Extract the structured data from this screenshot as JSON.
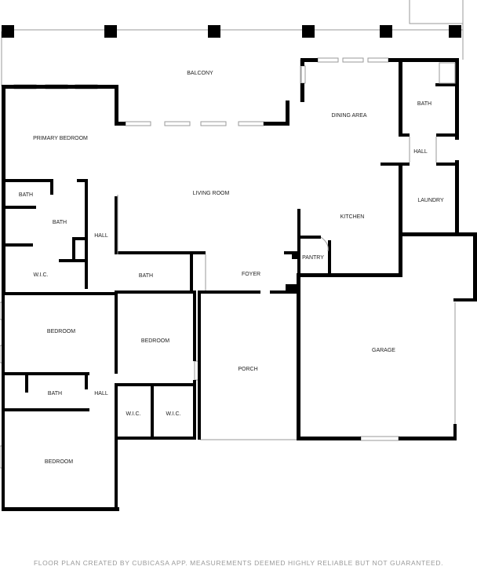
{
  "rooms": {
    "balcony": "BALCONY",
    "primary_bedroom": "PRIMARY BEDROOM",
    "bath_primary_small": "BATH",
    "bath_primary": "BATH",
    "wic_primary": "W.I.C.",
    "hall_west": "HALL",
    "living_room": "LIVING ROOM",
    "dining_area": "DINING AREA",
    "kitchen": "KITCHEN",
    "pantry": "PANTRY",
    "bath_northeast": "BATH",
    "hall_northeast": "HALL",
    "laundry": "LAUNDRY",
    "bath_center": "BATH",
    "foyer": "FOYER",
    "bedroom_center": "BEDROOM",
    "bedroom_west": "BEDROOM",
    "bath_southwest": "BATH",
    "hall_southwest": "HALL",
    "wic_south_1": "W.I.C.",
    "wic_south_2": "W.I.C.",
    "porch": "PORCH",
    "garage": "GARAGE",
    "bedroom_south": "BEDROOM"
  },
  "footer": "FLOOR PLAN CREATED BY CUBICASA APP. MEASUREMENTS DEEMED HIGHLY RELIABLE BUT NOT GUARANTEED.",
  "colors": {
    "wall": "#000000",
    "thin_line": "#9a9a9a",
    "window": "#cfcfcf",
    "footer_text": "#9a9a9a"
  }
}
